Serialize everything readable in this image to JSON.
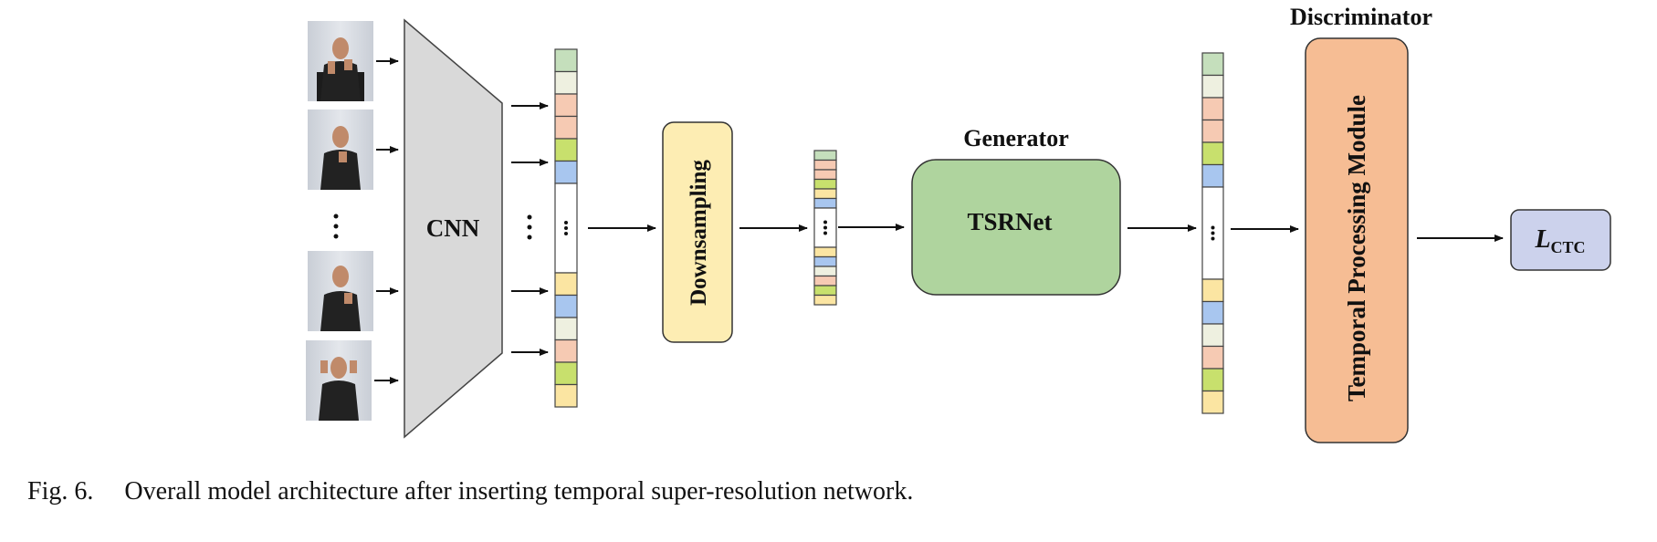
{
  "labels": {
    "cnn": "CNN",
    "downsampling": "Downsampling",
    "generator": "Generator",
    "tsrnet": "TSRNet",
    "discriminator": "Discriminator",
    "temporal_module": "Temporal Processing Module",
    "loss_main": "L",
    "loss_sub": "CTC"
  },
  "caption": {
    "fig_label": "Fig. 6.",
    "text": "Overall model architecture after inserting temporal super-resolution network."
  },
  "colors": {
    "cnn_fill": "#d9d9d9",
    "downsampling_fill": "#fdedb3",
    "generator_fill": "#afd49e",
    "temporal_fill": "#f6bd94",
    "loss_fill": "#ccd2ec",
    "green_light": "#c5dfbc",
    "cream": "#eef0e0",
    "salmon": "#f6cab3",
    "lime": "#c8e06d",
    "blue": "#a8c6ef",
    "yellow": "#fbe5a2"
  },
  "feature_sequences": {
    "cnn_output": [
      "green_light",
      "cream",
      "salmon",
      "salmon",
      "lime",
      "blue",
      "dots",
      "yellow",
      "blue",
      "cream",
      "salmon",
      "lime",
      "yellow"
    ],
    "downsampled": [
      "green_light",
      "salmon",
      "salmon",
      "lime",
      "yellow",
      "blue",
      "dots",
      "yellow",
      "blue",
      "cream",
      "salmon",
      "lime",
      "yellow"
    ],
    "generator_output": [
      "green_light",
      "cream",
      "salmon",
      "salmon",
      "lime",
      "blue",
      "dots",
      "yellow",
      "blue",
      "cream",
      "salmon",
      "lime",
      "yellow"
    ]
  },
  "input_frames": 4
}
